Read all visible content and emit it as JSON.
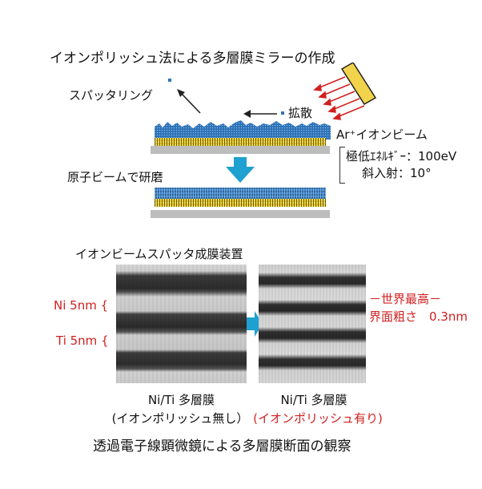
{
  "title": "イオンポリッシュ法による多層膜ミラーの作成",
  "labels": {
    "sputtering": "スパッタリング",
    "diffusion": "拡散",
    "ion_beam": "Ar⁺イオンビーム",
    "energy": "極低ｴﾈﾙｷﾞｰ：100eV",
    "incidence": "斜入射：10°",
    "polish": "原子ビームで研磨",
    "apparatus": "イオンビームスパッタ成膜装置",
    "ni_layer": "Ni 5nm {",
    "ti_layer": "Ti 5nm {",
    "record_line1": "－世界最高－",
    "record_line2": "界面粗さ　0.3nm",
    "left_caption_line1": "Ni/Ti 多層膜",
    "left_caption_line2": "(イオンポリッシュ無し）",
    "right_caption_line1": "Ni/Ti 多層膜",
    "right_caption_line2": "(イオンポリッシュ有り)",
    "bottom_caption": "透過電子線顕微鏡による多層膜断面の観察"
  },
  "colors": {
    "accent_red": "#d21f1f",
    "arrow_cyan": "#1ea0d0",
    "layer_blue": "#2f74b8",
    "layer_yellow": "#ecd23a",
    "source_yellow": "#f2d44c"
  }
}
